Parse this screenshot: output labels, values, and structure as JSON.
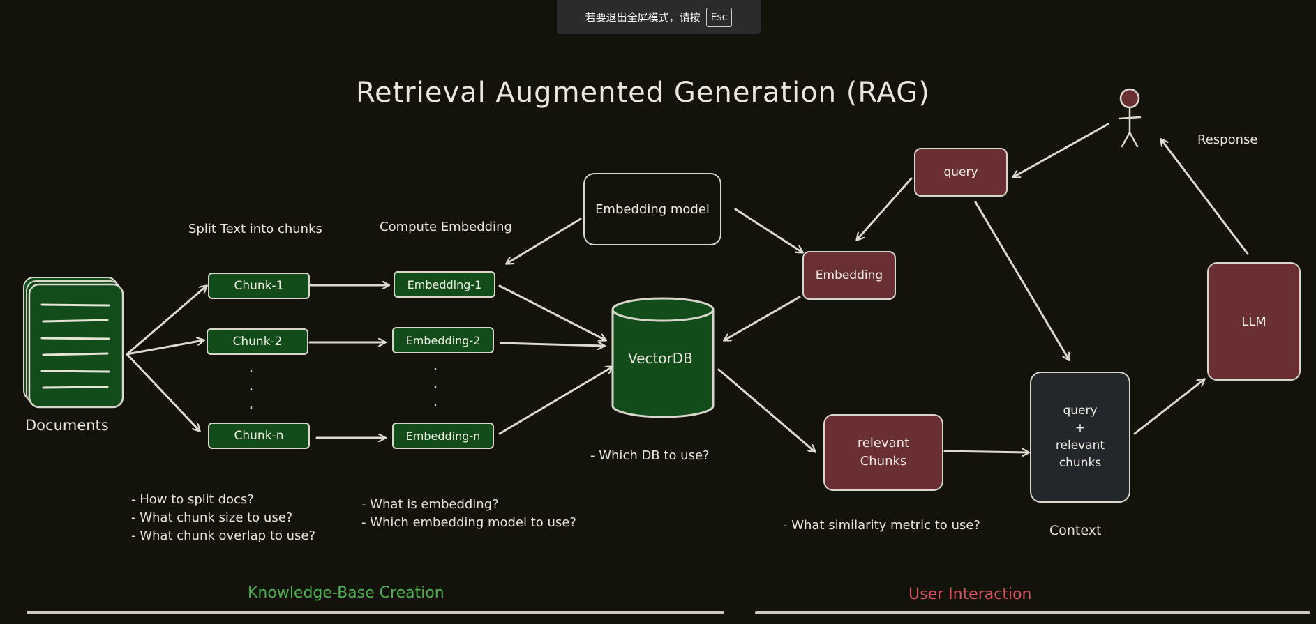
{
  "notification": {
    "text": "若要退出全屏模式，请按",
    "key": "Esc"
  },
  "title": "Retrieval Augmented Generation (RAG)",
  "documents_label": "Documents",
  "split_label": "Split Text into chunks",
  "compute_label": "Compute Embedding",
  "embedding_model": "Embedding model",
  "chunks": [
    "Chunk-1",
    "Chunk-2",
    "Chunk-n"
  ],
  "embeddings": [
    "Embedding-1",
    "Embedding-2",
    "Embedding-n"
  ],
  "vector_db": "VectorDB",
  "query_embedding": "Embedding",
  "query": "query",
  "relevant_chunks": {
    "line1": "relevant",
    "line2": "Chunks"
  },
  "context_box": {
    "line1": "query",
    "line2": "+",
    "line3": "relevant",
    "line4": "chunks"
  },
  "context_label": "Context",
  "llm": "LLM",
  "response": "Response",
  "notes": {
    "split": [
      "- How to split docs?",
      "- What chunk size to use?",
      "- What chunk overlap to use?"
    ],
    "embed": [
      "- What is embedding?",
      "- Which embedding model to use?"
    ],
    "db": "- Which DB to use?",
    "similarity": "- What similarity metric to use?"
  },
  "sections": {
    "kb": "Knowledge-Base Creation",
    "ui": "User Interaction"
  },
  "colors": {
    "background": "#13120b",
    "green": "#124c1b",
    "maroon": "#6a2f33",
    "kb_section": "#4caf50",
    "ui_section": "#d9535f"
  }
}
